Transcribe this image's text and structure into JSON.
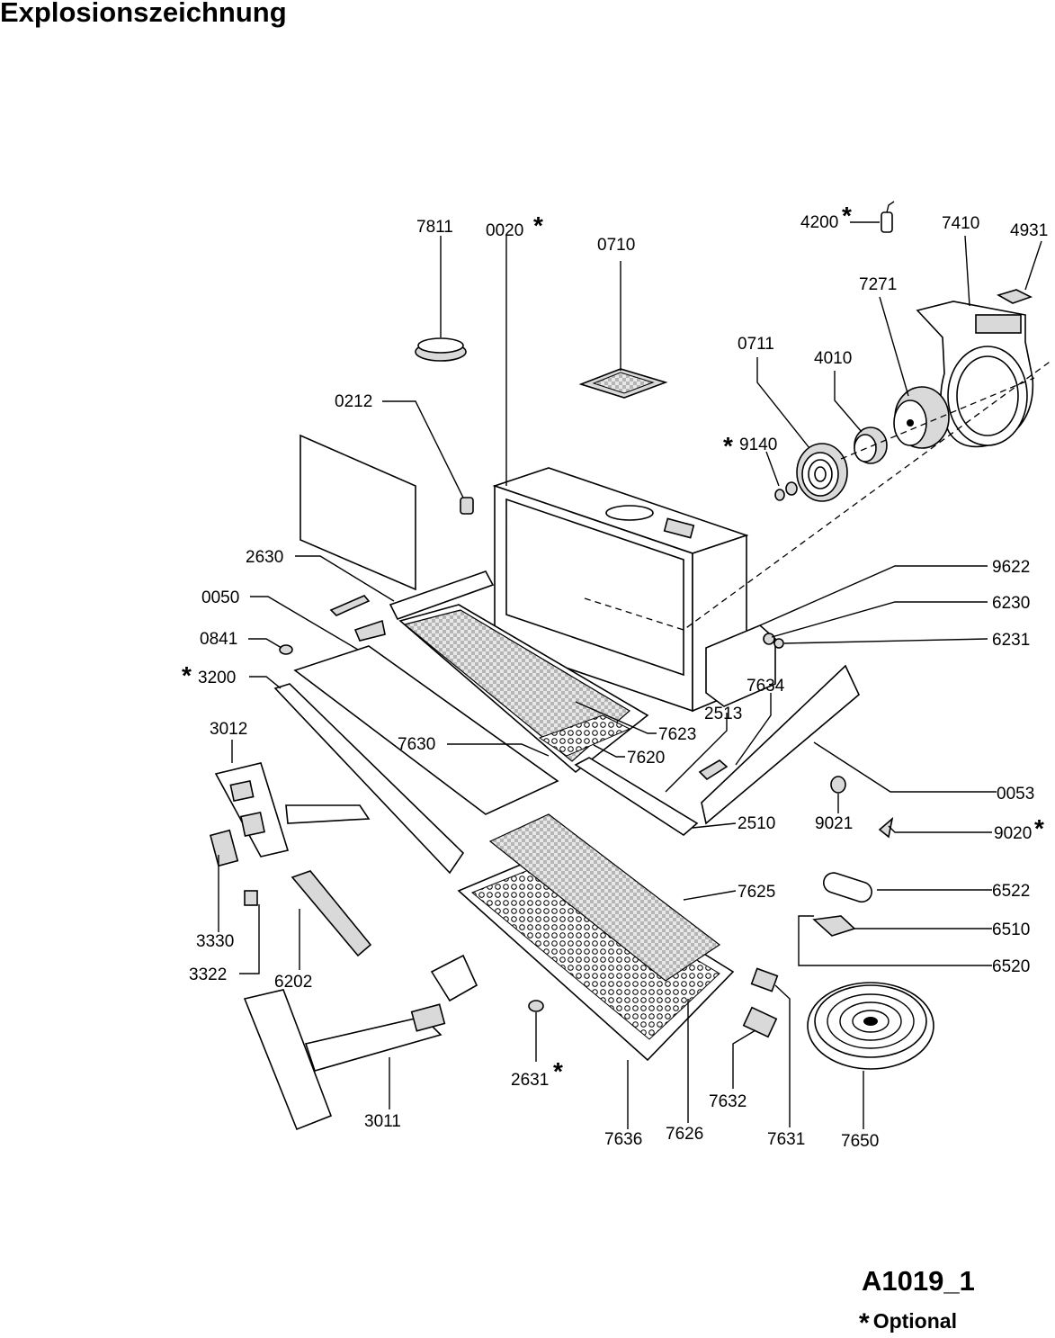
{
  "title": "Explosionszeichnung",
  "drawing_id": "A1019_1",
  "optional_note": {
    "asterisk": "*",
    "text": "Optional"
  },
  "part_labels": [
    {
      "id": "7811",
      "optional": false
    },
    {
      "id": "0020",
      "optional": true
    },
    {
      "id": "0710",
      "optional": false
    },
    {
      "id": "4200",
      "optional": true
    },
    {
      "id": "7410",
      "optional": false
    },
    {
      "id": "4931",
      "optional": false
    },
    {
      "id": "7271",
      "optional": false
    },
    {
      "id": "0711",
      "optional": false
    },
    {
      "id": "4010",
      "optional": false
    },
    {
      "id": "0212",
      "optional": false
    },
    {
      "id": "9140",
      "optional": true
    },
    {
      "id": "2630",
      "optional": false
    },
    {
      "id": "9622",
      "optional": false
    },
    {
      "id": "0050",
      "optional": false
    },
    {
      "id": "6230",
      "optional": false
    },
    {
      "id": "0841",
      "optional": false
    },
    {
      "id": "6231",
      "optional": false
    },
    {
      "id": "3200",
      "optional": true
    },
    {
      "id": "7634",
      "optional": false
    },
    {
      "id": "3012",
      "optional": false
    },
    {
      "id": "2513",
      "optional": false
    },
    {
      "id": "7623",
      "optional": false
    },
    {
      "id": "7630",
      "optional": false
    },
    {
      "id": "7620",
      "optional": false
    },
    {
      "id": "0053",
      "optional": false
    },
    {
      "id": "2510",
      "optional": false
    },
    {
      "id": "9021",
      "optional": false
    },
    {
      "id": "9020",
      "optional": true
    },
    {
      "id": "6522",
      "optional": false
    },
    {
      "id": "7625",
      "optional": false
    },
    {
      "id": "6510",
      "optional": false
    },
    {
      "id": "3330",
      "optional": false
    },
    {
      "id": "6520",
      "optional": false
    },
    {
      "id": "3322",
      "optional": false
    },
    {
      "id": "6202",
      "optional": false
    },
    {
      "id": "3011",
      "optional": false
    },
    {
      "id": "2631",
      "optional": true
    },
    {
      "id": "7632",
      "optional": false
    },
    {
      "id": "7636",
      "optional": false
    },
    {
      "id": "7626",
      "optional": false
    },
    {
      "id": "7631",
      "optional": false
    },
    {
      "id": "7650",
      "optional": false
    }
  ]
}
